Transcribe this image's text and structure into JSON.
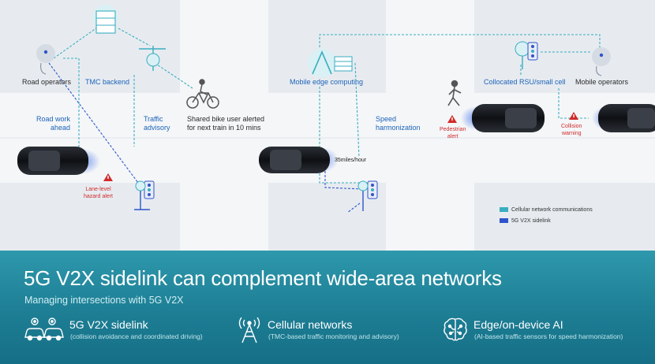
{
  "diagram": {
    "nodes": {
      "road_operators": "Road operators",
      "tmc_backend": "TMC backend",
      "mobile_edge_computing": "Mobile edge computing",
      "collocated_rsu": "Collocated RSU/small cell",
      "mobile_operators": "Mobile operators"
    },
    "messages": {
      "road_work_ahead": "Road work\nahead",
      "traffic_advisory": "Traffic\nadvisory",
      "shared_bike": "Shared bike user alerted\nfor next train in 10 mins",
      "speed_harmonization": "Speed\nharmonization",
      "speed_reading": "35miles/hour"
    },
    "alerts": {
      "lane_level_hazard": "Lane-level\nhazard alert",
      "pedestrian": "Pedestrian\nalert",
      "collision": "Collision\nwarning"
    },
    "legend": [
      {
        "label": "Cellular network communications",
        "color": "#3aaec0"
      },
      {
        "label": "5G V2X sidelink",
        "color": "#2f55c9"
      }
    ]
  },
  "banner": {
    "title": "5G V2X sidelink can complement wide-area networks",
    "subtitle": "Managing intersections with 5G V2X",
    "features": [
      {
        "title": "5G V2X sidelink",
        "subtitle": "(collision avoidance and coordinated driving)",
        "icon": "connected-cars-icon"
      },
      {
        "title": "Cellular networks",
        "subtitle": "(TMC-based traffic monitoring and advisory)",
        "icon": "cell-tower-icon"
      },
      {
        "title": "Edge/on-device AI",
        "subtitle": "(AI-based traffic sensors for speed harmonization)",
        "icon": "brain-chip-icon"
      }
    ]
  },
  "colors": {
    "cellular": "#3aaec0",
    "sidelink": "#2f55c9",
    "alert": "#d12b2b",
    "label_blue": "#1d63b8",
    "panel": "#1d7e94"
  }
}
